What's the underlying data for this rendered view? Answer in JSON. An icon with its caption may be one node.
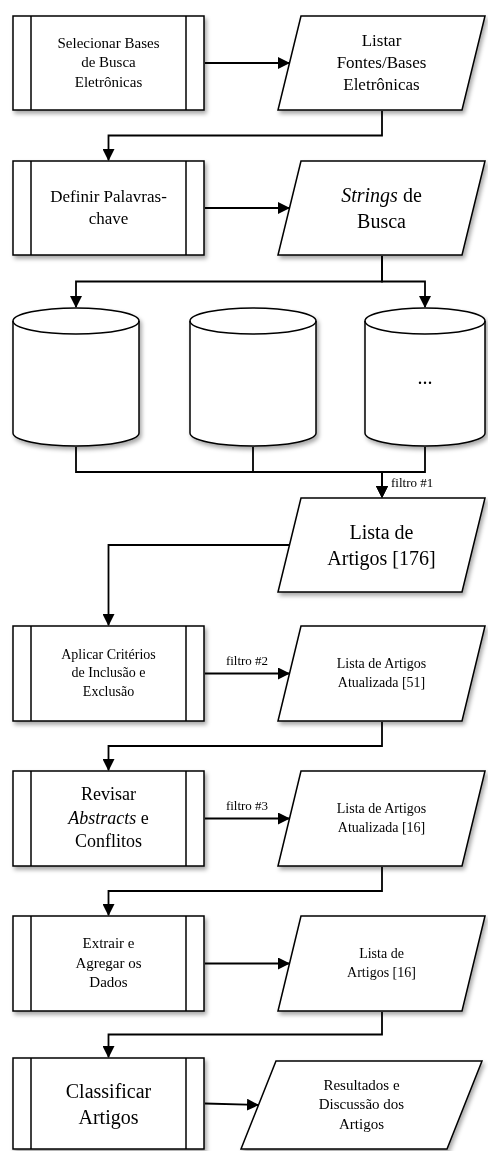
{
  "diagram": {
    "nodes": [
      {
        "text": [
          "Selecionar Bases de Busca Eletrônicas"
        ]
      },
      {
        "text": [
          "Listar Fontes/Bases Eletrônicas"
        ]
      },
      {
        "text": [
          "Definir Palavras-chave"
        ]
      },
      {
        "text": [
          "*Strings* de Busca"
        ]
      },
      {
        "text": [],
        "shape": "cylinder"
      },
      {
        "text": [],
        "shape": "cylinder"
      },
      {
        "text": [
          "..."
        ]
      },
      {
        "text": [
          "Lista de Artigos [176]"
        ]
      },
      {
        "text": [
          "Aplicar Critérios de Inclusão e Exclusão"
        ]
      },
      {
        "text": [
          "Lista de Artigos Atualizada [51]"
        ]
      },
      {
        "text": [
          "Revisar *Abstracts* e Conflitos"
        ]
      },
      {
        "text": [
          "Lista de Artigos Atualizada [16]"
        ]
      },
      {
        "text": [
          "Extrair e Agregar os Dados"
        ]
      },
      {
        "text": [
          "Lista de Artigos [16]"
        ]
      },
      {
        "text": [
          "Classificar Artigos"
        ]
      },
      {
        "text": [
          "Resultados e Discussão dos Artigos"
        ]
      }
    ],
    "edges": [
      {
        "from": 0,
        "to": 1,
        "arrow": "to"
      },
      {
        "from": 1,
        "to": 2,
        "arrow": "to"
      },
      {
        "from": 2,
        "to": 3,
        "arrow": "to"
      },
      {
        "from": 3,
        "to": 4,
        "arrow": "to"
      },
      {
        "from": 3,
        "to": 6,
        "arrow": "to"
      },
      {
        "from": 4,
        "to": 7,
        "arrow": "to"
      },
      {
        "from": 5,
        "to": 7,
        "arrow": "to"
      },
      {
        "from": 6,
        "to": 7,
        "arrow": "to",
        "label": "filtro #1"
      },
      {
        "from": 7,
        "to": 8,
        "arrow": "to"
      },
      {
        "from": 8,
        "to": 9,
        "arrow": "to",
        "label": "filtro #2"
      },
      {
        "from": 9,
        "to": 10,
        "arrow": "to"
      },
      {
        "from": 10,
        "to": 11,
        "arrow": "to",
        "label": "filtro #3"
      },
      {
        "from": 11,
        "to": 12,
        "arrow": "to"
      },
      {
        "from": 12,
        "to": 13,
        "arrow": "to"
      },
      {
        "from": 13,
        "to": 14,
        "arrow": "to"
      },
      {
        "from": 14,
        "to": 15,
        "arrow": "to"
      }
    ]
  }
}
